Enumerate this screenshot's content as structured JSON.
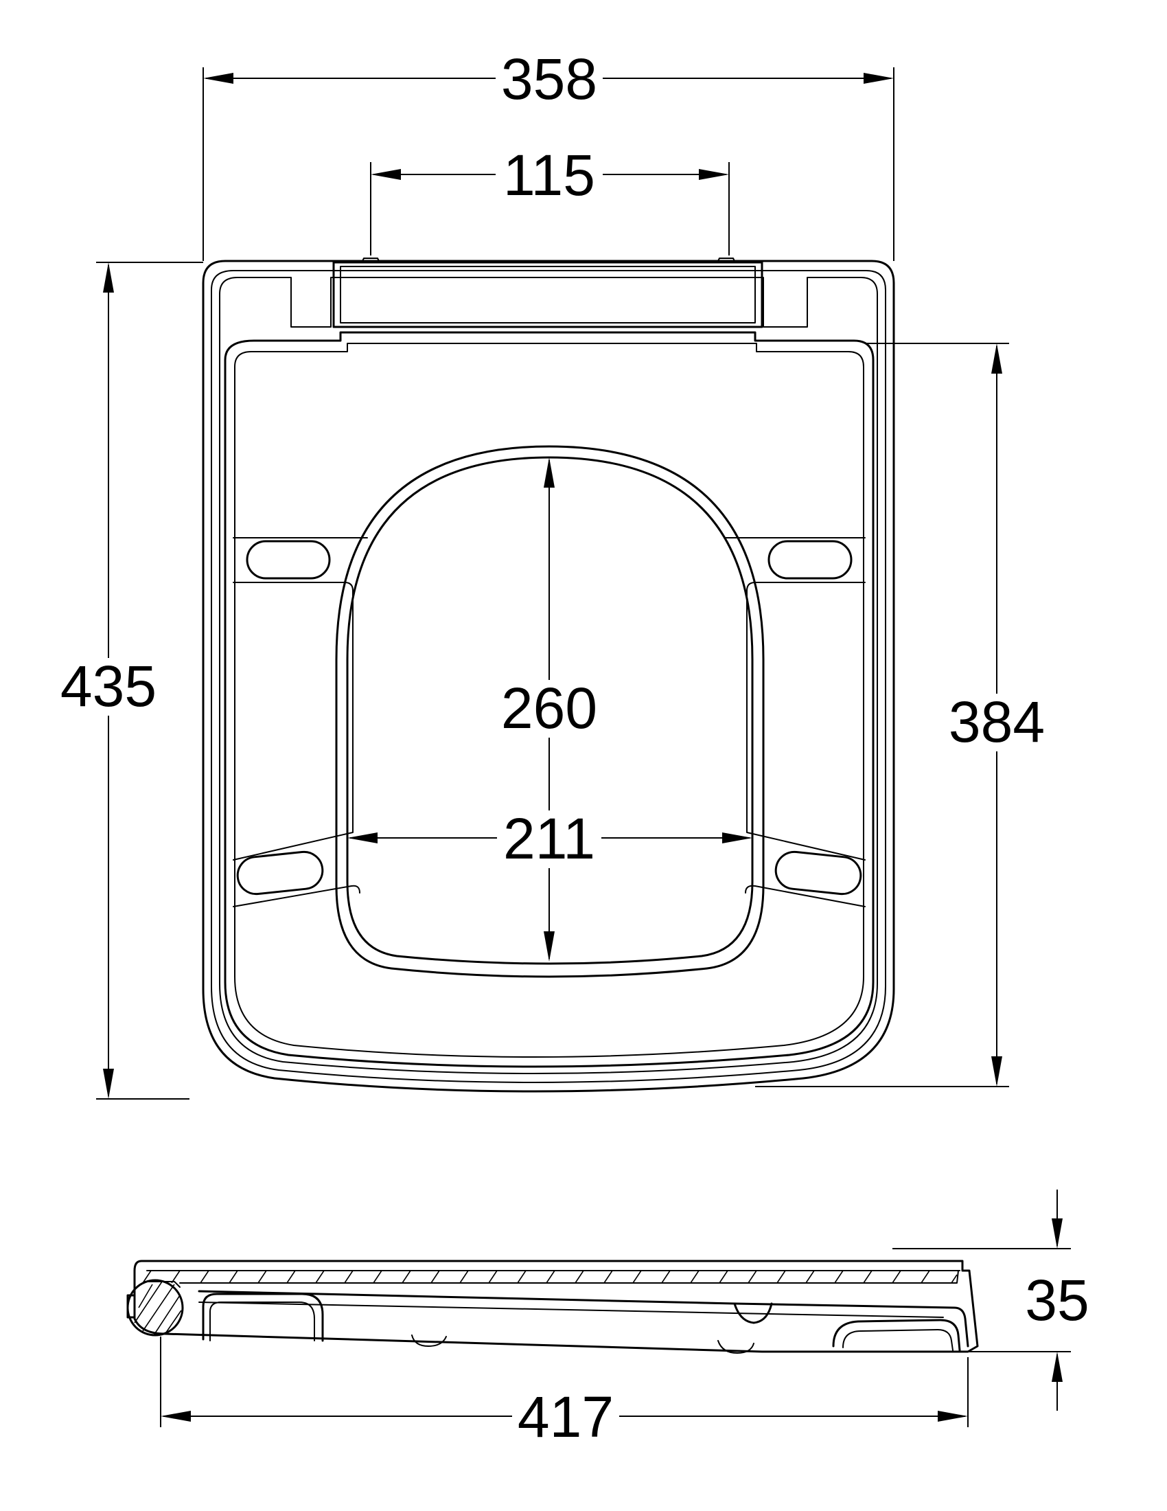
{
  "dimensions": {
    "overall_width": "358",
    "hinge_spacing": "115",
    "overall_length": "435",
    "inner_length": "384",
    "opening_length": "260",
    "opening_width": "211",
    "height": "35",
    "side_length": "417"
  },
  "colors": {
    "line": "#000000",
    "background": "#ffffff"
  }
}
